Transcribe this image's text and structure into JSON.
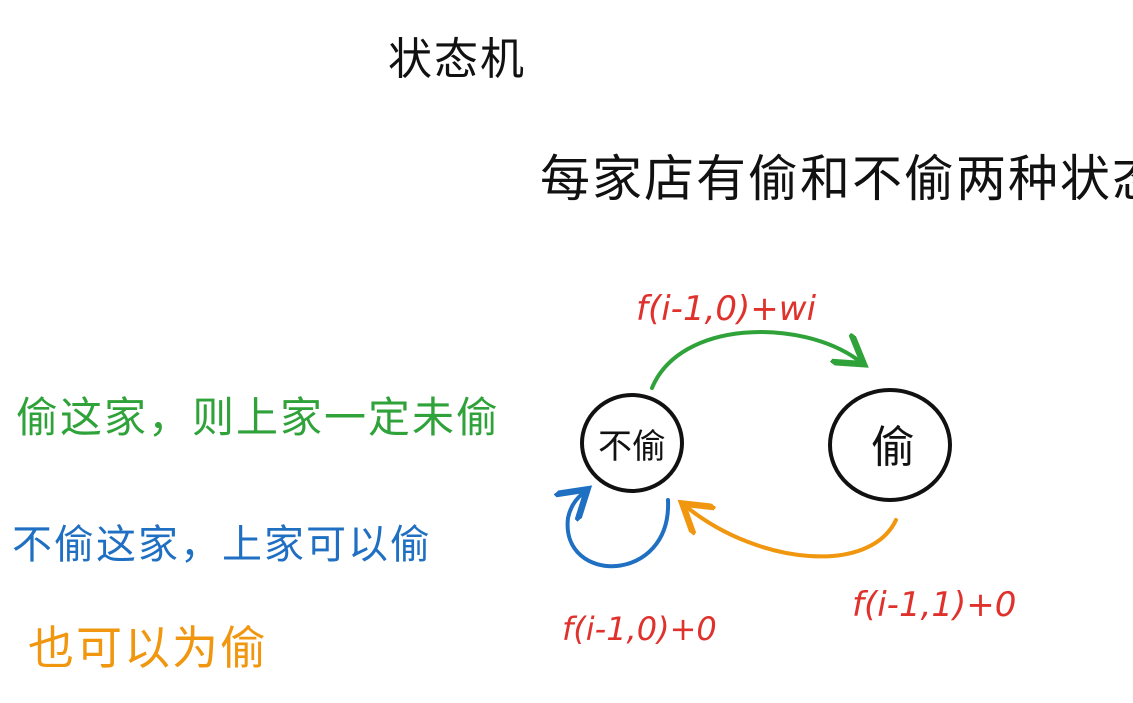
{
  "title": "状态机",
  "subtitle": "每家店有偷和不偷两种状态",
  "colors": {
    "ink": "#111111",
    "red": "#e0322d",
    "green": "#2fa23a",
    "blue": "#1f6fc2",
    "orange": "#f0960f"
  },
  "states": {
    "left": "不偷",
    "right": "偷"
  },
  "transitions": {
    "steal": "f(i-1,0)+wi",
    "stay": "f(i-1,0)+0",
    "rest": "f(i-1,1)+0"
  },
  "notes": {
    "green": "偷这家，则上家一定未偷",
    "blue": "不偷这家，上家可以偷",
    "orange": "也可以为偷"
  }
}
